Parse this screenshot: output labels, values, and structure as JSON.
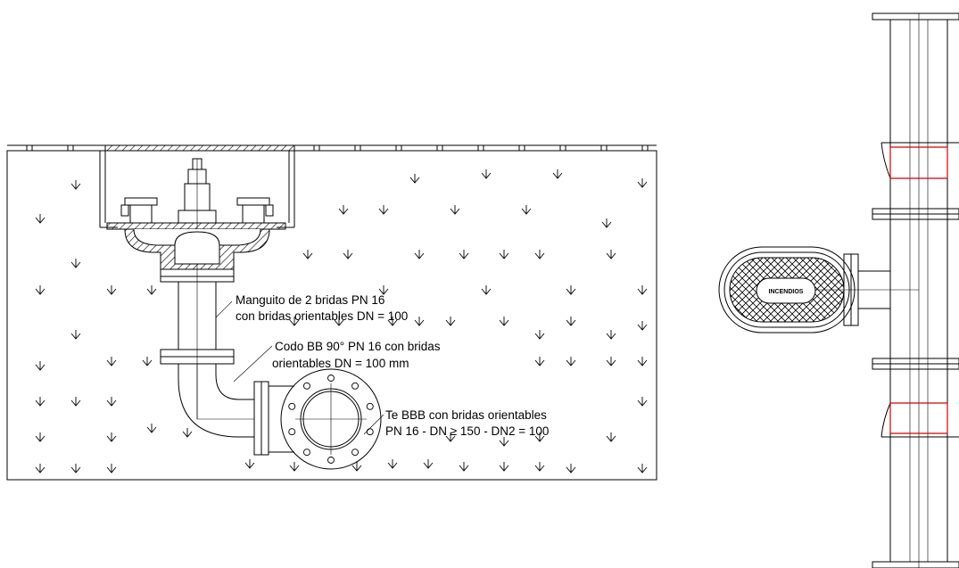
{
  "labels": {
    "manguito_line1": "Manguito de 2 bridas PN 16",
    "manguito_line2": "con bridas orientables DN = 100",
    "codo_line1": "Codo BB 90°  PN 16 con bridas",
    "codo_line2": "orientables DN = 100 mm",
    "te_line1": "Te BBB con bridas orientables",
    "te_line2": "PN 16 - DN ≥ 150 - DN2 = 100",
    "incendios": "INCENDIOS"
  }
}
